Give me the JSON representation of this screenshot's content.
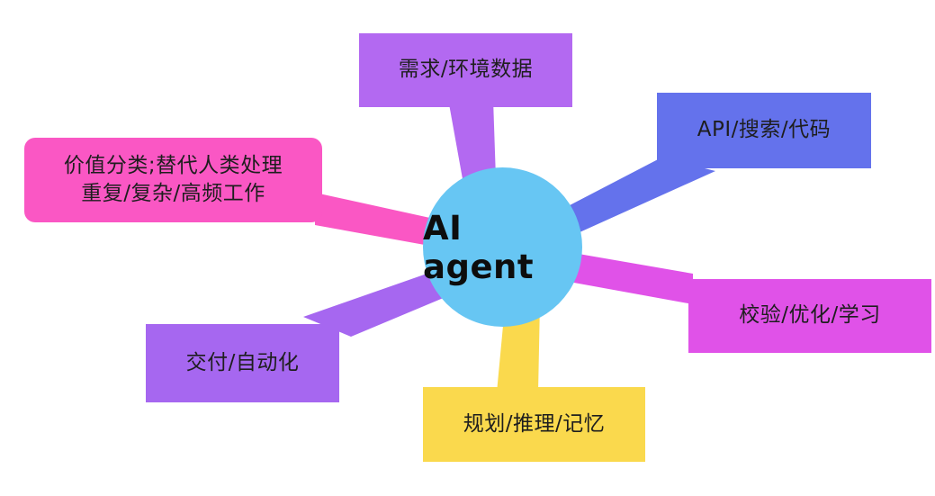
{
  "diagram": {
    "type": "mindmap",
    "center": {
      "label": "AI agent",
      "color": "#67C6F3",
      "text_color": "#0d0d0d"
    },
    "nodes": {
      "requirements": {
        "label": "需求/环境数据",
        "color": "#B369F1"
      },
      "api": {
        "label": "API/搜索/代码",
        "color": "#6472EC"
      },
      "validation": {
        "label": "校验/优化/学习",
        "color": "#E052E8"
      },
      "planning": {
        "label": "规划/推理/记忆",
        "color": "#FAD94D"
      },
      "delivery": {
        "label": "交付/自动化",
        "color": "#A667F0"
      },
      "value": {
        "line1": "价值分类;替代人类处理",
        "line2": "重复/复杂/高频工作",
        "color": "#FA57C4"
      }
    },
    "background": "#ffffff"
  }
}
